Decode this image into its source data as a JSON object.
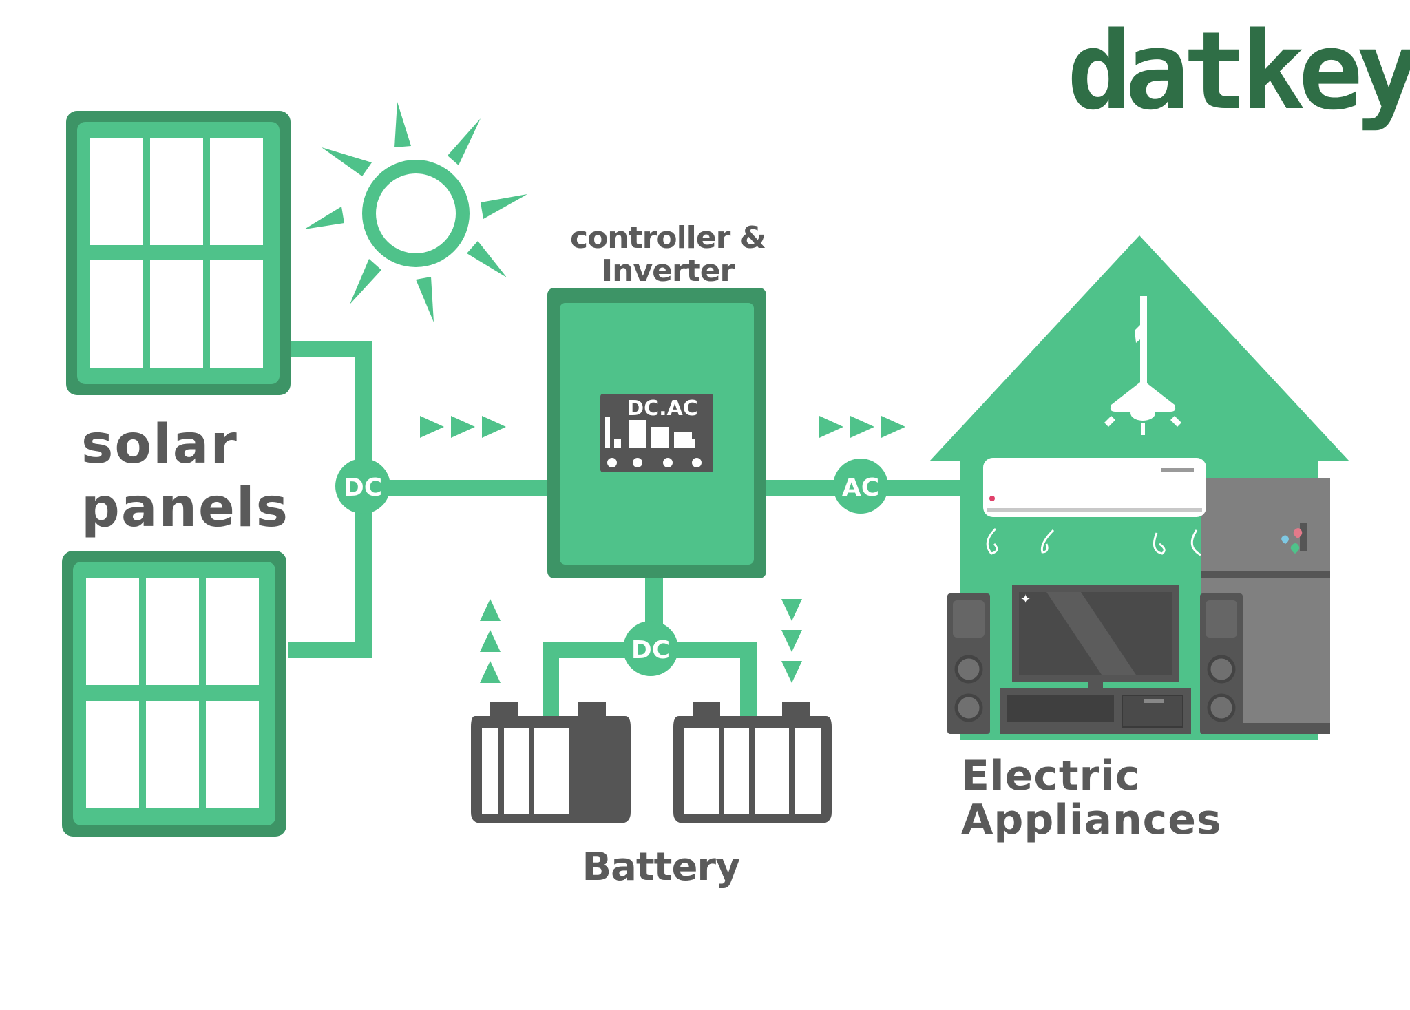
{
  "brand": {
    "logo_text": "datkeys"
  },
  "labels": {
    "solar": [
      "solar",
      "panels"
    ],
    "controller": [
      "controller &",
      "Inverter"
    ],
    "battery": "Battery",
    "appliances": [
      "Electric",
      "Appliances"
    ]
  },
  "badges": {
    "panel_link": "DC",
    "ac_link": "AC",
    "battery_link": "DC"
  },
  "inverter_screen": "DC.AC",
  "icons": [
    "sun-icon",
    "solar-panel-icon",
    "inverter-icon",
    "battery-icon",
    "house-icon",
    "lamp-icon",
    "air-conditioner-icon",
    "refrigerator-icon",
    "tv-icon",
    "speaker-icon"
  ],
  "colors": {
    "green": "#4fc28a",
    "dark_green": "#3d9466",
    "brand_green": "#2f6e46",
    "gray": "#5a5a5a"
  }
}
